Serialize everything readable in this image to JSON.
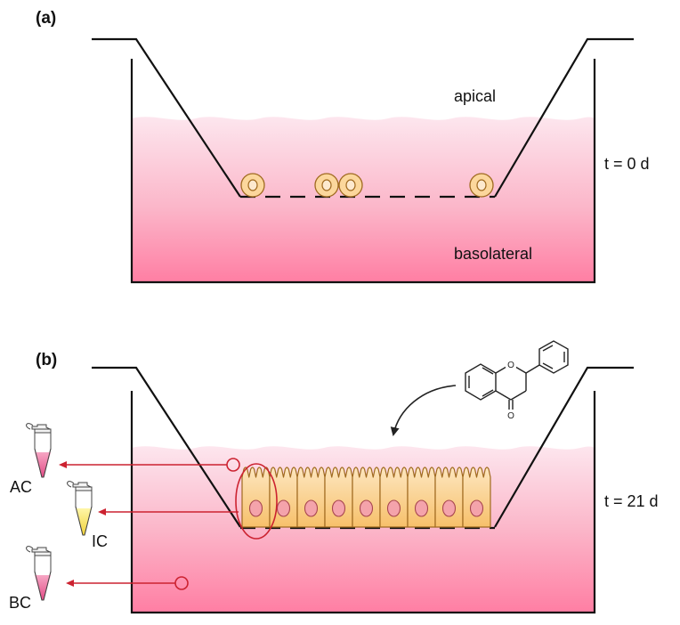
{
  "panel_a": {
    "label": "(a)",
    "apical_label": "apical",
    "basolateral_label": "basolateral",
    "time_label": "t = 0 d",
    "seeded_cells": 4
  },
  "panel_b": {
    "label": "(b)",
    "time_label": "t = 21 d",
    "monolayer_cells": 9,
    "tubes": [
      {
        "label": "AC",
        "liquid_color": "#e8508a"
      },
      {
        "label": "IC",
        "liquid_color": "#f2dc4a"
      },
      {
        "label": "BC",
        "liquid_color": "#e8508a"
      }
    ],
    "molecule_ring_oxygen": "O",
    "molecule_carbonyl_oxygen": "O"
  },
  "colors": {
    "arrow": "#cc2230",
    "medium_top": "#fde3ec",
    "medium_bottom": "#ff7fa4",
    "cell_fill": "#fcd79c",
    "cell_stroke": "#b07a2a",
    "nucleus": "#f0909a"
  }
}
